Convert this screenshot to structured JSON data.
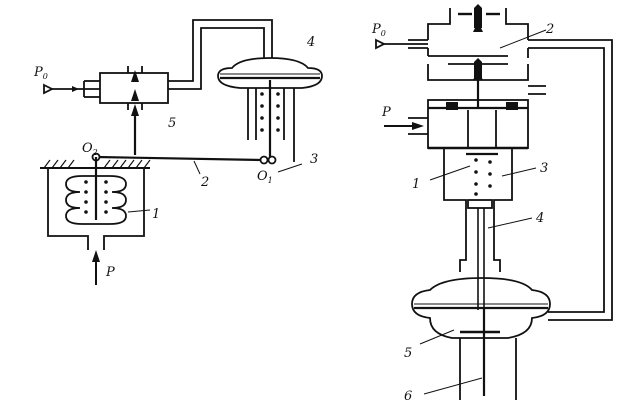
{
  "left_schematic": {
    "labels": {
      "p0": "P",
      "p0_sub": "0",
      "o2": "O",
      "o2_sub": "2",
      "n1": "1",
      "n2": "2",
      "n3": "3",
      "n4": "4",
      "n5": "5",
      "o1": "O",
      "o1_sub": "1",
      "p": "P"
    }
  },
  "right_schematic": {
    "labels": {
      "p0": "P",
      "p0_sub": "0",
      "p": "P",
      "n1": "1",
      "n2": "2",
      "n3": "3",
      "n4": "4",
      "n5": "5",
      "n6": "6"
    }
  },
  "colors": {
    "ink": "#111111",
    "paper": "#ffffff"
  }
}
